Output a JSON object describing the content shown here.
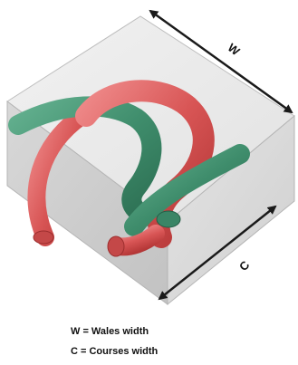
{
  "dimensions": {
    "wales_symbol": "W",
    "courses_symbol": "C"
  },
  "legend": {
    "wales": "W = Wales width",
    "courses": "C = Courses width"
  },
  "colors": {
    "block_top": "#e9e9e9",
    "block_left": "#c9c9c9",
    "block_right": "#dadada",
    "red_yarn": "#d85555",
    "green_yarn": "#3f8d6c",
    "arrow": "#1a1a1a"
  }
}
